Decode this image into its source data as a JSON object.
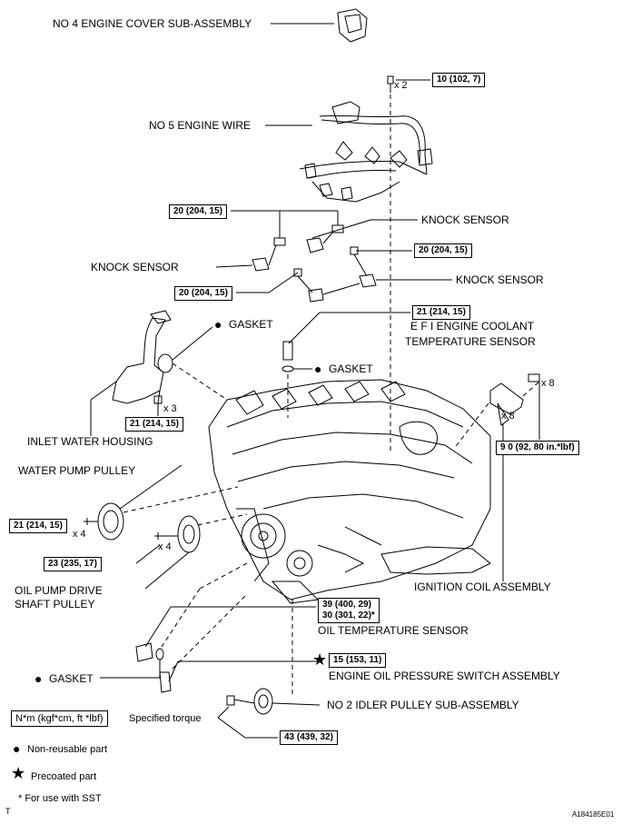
{
  "labels": {
    "no4_engine_cover": "NO  4 ENGINE COVER SUB-ASSEMBLY",
    "no5_engine_wire": "NO  5 ENGINE WIRE",
    "knock_sensor_1": "KNOCK SENSOR",
    "knock_sensor_2": "KNOCK SENSOR",
    "knock_sensor_3": "KNOCK SENSOR",
    "gasket_1": "GASKET",
    "gasket_2": "GASKET",
    "gasket_3": "GASKET",
    "efi_sensor_line1": "E F I  ENGINE COOLANT",
    "efi_sensor_line2": "TEMPERATURE SENSOR",
    "inlet_water_housing": "INLET WATER HOUSING",
    "water_pump_pulley": "WATER PUMP PULLEY",
    "oil_pump_line1": "OIL PUMP DRIVE",
    "oil_pump_line2": "SHAFT PULLEY",
    "ignition_coil": "IGNITION COIL ASSEMBLY",
    "oil_temp_sensor": "OIL TEMPERATURE SENSOR",
    "oil_pressure_switch": "ENGINE OIL PRESSURE SWITCH ASSEMBLY",
    "no2_idler_pulley": "NO  2 IDLER PULLEY SUB-ASSEMBLY"
  },
  "torques": {
    "t_cover": "10 (102, 7)",
    "t_knock_left": "20 (204, 15)",
    "t_knock_right": "20 (204, 15)",
    "t_knock_mid": "20 (204, 15)",
    "t_efi": "21 (214, 15)",
    "t_inlet": "21 (214, 15)",
    "t_water_pump": "21 (214, 15)",
    "t_oil_pump": "23 (235, 17)",
    "t_ignition": "9 0 (92, 80 in.*lbf)",
    "t_oil_temp_1": "39 (400, 29)",
    "t_oil_temp_2": "30 (301, 22)*",
    "t_oil_pressure": "15 (153, 11)",
    "t_idler": "43 (439, 32)"
  },
  "quantities": {
    "q_cover": "x 2",
    "q_inlet": "x 3",
    "q_water_pump": "x 4",
    "q_oil_pump": "x 4",
    "q_coil_bolt": "x 8",
    "q_coil": "x 8"
  },
  "legend": {
    "unit_box": "N*m (kgf*cm, ft *lbf)",
    "unit_desc": "Specified torque",
    "non_reusable": "Non-reusable part",
    "precoated": "Precoated part",
    "sst_note": "* For use with SST",
    "corner_mark": "T",
    "figure_id": "A184185E01"
  },
  "symbols": {
    "dot": "●",
    "star": "★"
  }
}
